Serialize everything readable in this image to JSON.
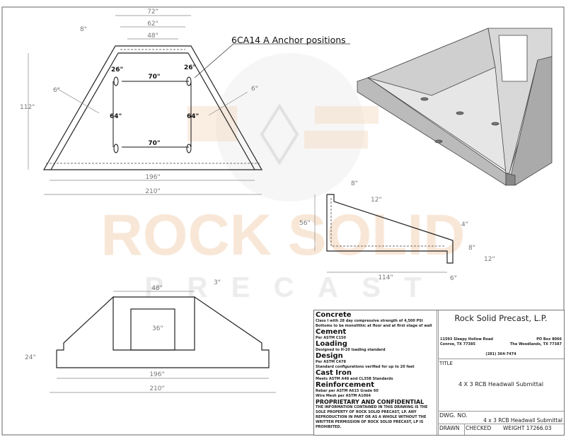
{
  "watermark": {
    "line1": "ROCK SOLID",
    "line2": "PRECAST",
    "logo": "RS"
  },
  "plan_view": {
    "callout": "6CA14 A Anchor positions",
    "dims": {
      "top_outer": "72\"",
      "top_mid": "62\"",
      "top_inner": "48\"",
      "top_thick": "8\"",
      "height": "112\"",
      "wall_left": "6\"",
      "wall_right": "6\"",
      "anchor_left": "26\"",
      "anchor_right": "26\"",
      "span_top": "70\"",
      "span_bottom": "70\"",
      "vert_left": "64\"",
      "vert_right": "64\"",
      "bottom_inner": "196\"",
      "bottom_outer": "210\""
    }
  },
  "side_view": {
    "dims": {
      "top": "8\"",
      "slope": "12\"",
      "height": "56\"",
      "toe_a": "4\"",
      "toe_b": "8\"",
      "toe_c": "12\"",
      "length": "114\"",
      "toe_len": "6\""
    }
  },
  "front_view": {
    "dims": {
      "opening_w": "48\"",
      "top": "3\"",
      "opening_h": "36\"",
      "base_h": "24\"",
      "inner": "196\"",
      "outer": "210\""
    }
  },
  "notes": [
    {
      "heading": "Concrete",
      "lines": [
        "Class I with 28 day compressive strength of 4,500 PSI",
        "Bottoms to be monolithic at floor and at first stage of wall"
      ]
    },
    {
      "heading": "Cement",
      "lines": [
        "Per ASTM C150"
      ]
    },
    {
      "heading": "Loading",
      "lines": [
        "Designed to H-20 loading standard"
      ]
    },
    {
      "heading": "Design",
      "lines": [
        "Per ASTM C478",
        "Standard configurations verified for up to 20 feet"
      ]
    },
    {
      "heading": "Cast Iron",
      "lines": [
        "Meets ASTM A48 and CL35B Standards"
      ]
    },
    {
      "heading": "Reinforcement",
      "lines": [
        "Rebar per ASTM A615 Grade 60",
        "Wire Mesh per ASTM A1064"
      ]
    },
    {
      "heading": "PROPRIETARY AND CONFIDENTIAL",
      "lines": [
        "THE INFORMATION CONTAINED IN THIS DRAWING IS THE SOLE PROPERTY OF ROCK SOLID PRECAST, LP.  ANY REPRODUCTION IN PART OR AS A WHOLE WITHOUT THE WRITTEN PERMISSION OF ROCK SOLID PRECAST, LP IS PROHIBITED."
      ]
    }
  ],
  "title_block": {
    "company": "Rock Solid Precast, L.P.",
    "address_left": [
      "11593 Sleepy Hollow Road",
      "Conroe, TX 77385"
    ],
    "address_right": [
      "PO Box 8066",
      "The Woodlands, TX 77387"
    ],
    "phone": "(281) 364-7474",
    "title_label": "TITLE",
    "title": "4 X 3 RCB Headwall Submittal",
    "dwg_label": "DWG.  NO.",
    "dwg_no": "4 x 3 RCB Headwall Submittal",
    "drawn_label": "DRAWN",
    "checked_label": "CHECKED",
    "weight_label": "WEIGHT",
    "weight": "17266.03"
  }
}
